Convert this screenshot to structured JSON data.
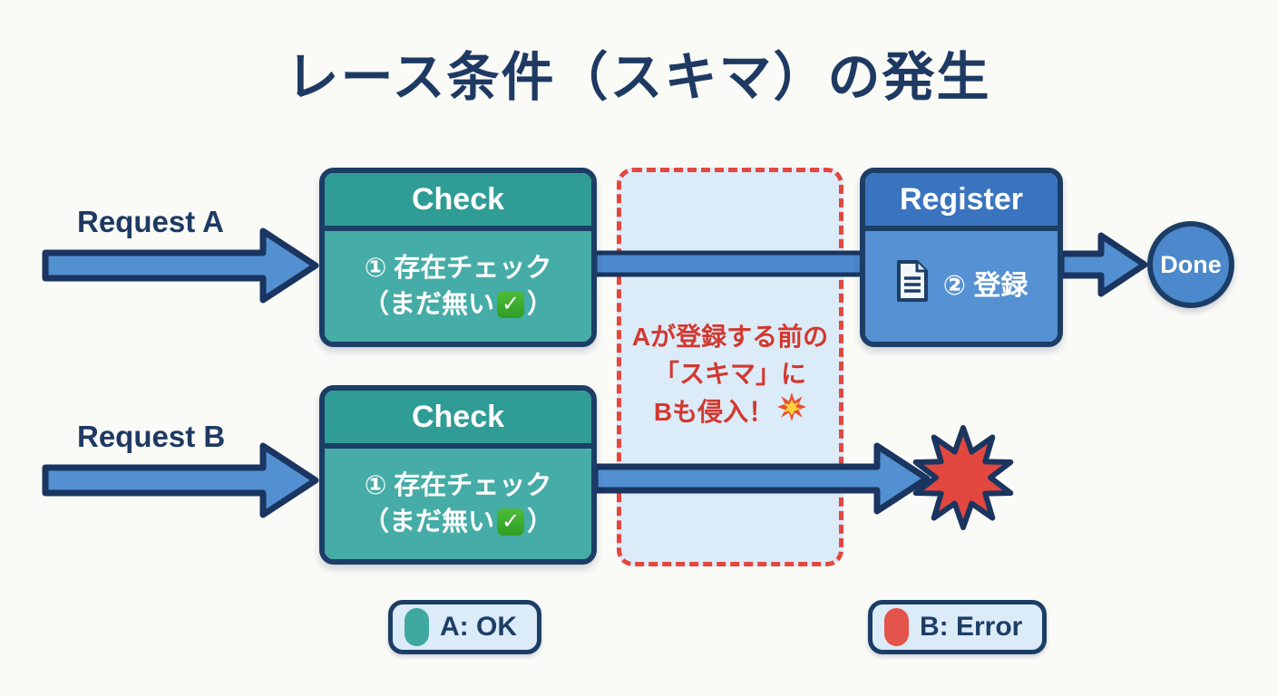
{
  "title": "レース条件（スキマ）の発生",
  "colors": {
    "navy_outline": "#1C3E66",
    "title_text": "#1E3A63",
    "teal_header": "#2F9C96",
    "teal_body": "#46ACA7",
    "blue_header": "#3A74BF",
    "blue_body": "#5591D3",
    "arrow_blue": "#5390D2",
    "alert_red_border": "#E2483F",
    "alert_red_text": "#D2382F",
    "zone_fill": "#DCEBF8",
    "legend_ok_swatch": "#3FA89F",
    "legend_error_swatch": "#E4544B",
    "background": "#FAFAF7",
    "check_badge_green": "#3DAE30"
  },
  "lane_a": {
    "request_label": "Request A",
    "check": {
      "header": "Check",
      "line1": "① 存在チェック",
      "line2_open": "（まだ無い",
      "line2_close": "）",
      "status_icon": "white-check-mark"
    },
    "register": {
      "header": "Register",
      "label": "② 登録",
      "icon": "document"
    },
    "done_label": "Done"
  },
  "lane_b": {
    "request_label": "Request B",
    "check": {
      "header": "Check",
      "line1": "① 存在チェック",
      "line2_open": "（まだ無い",
      "line2_close": "）",
      "status_icon": "white-check-mark"
    },
    "outcome_icon": "collision-starburst"
  },
  "gap_zone": {
    "line1": "Aが登録する前の",
    "line2": "「スキマ」に",
    "line3": "Bも侵入！",
    "explosion_icon": "collision-burst"
  },
  "legend": {
    "a_label": "A: OK",
    "b_label": "B: Error"
  },
  "icons": {
    "check_glyph": "✓"
  }
}
